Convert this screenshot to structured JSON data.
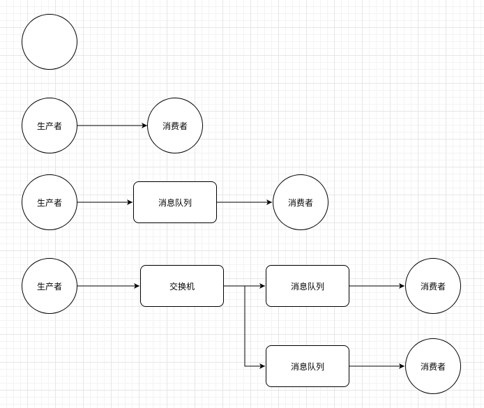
{
  "diagram": {
    "nodes": [
      {
        "id": "empty",
        "label": ""
      },
      {
        "id": "p1",
        "label": "生产者"
      },
      {
        "id": "c1",
        "label": "消费者"
      },
      {
        "id": "p2",
        "label": "生产者"
      },
      {
        "id": "q2",
        "label": "消息队列"
      },
      {
        "id": "c2",
        "label": "消费者"
      },
      {
        "id": "p3",
        "label": "生产者"
      },
      {
        "id": "ex3",
        "label": "交换机"
      },
      {
        "id": "q3a",
        "label": "消息队列"
      },
      {
        "id": "c3a",
        "label": "消费者"
      },
      {
        "id": "q3b",
        "label": "消息队列"
      },
      {
        "id": "c3b",
        "label": "消费者"
      }
    ],
    "edges": [
      {
        "from": "p1",
        "to": "c1"
      },
      {
        "from": "p2",
        "to": "q2"
      },
      {
        "from": "q2",
        "to": "c2"
      },
      {
        "from": "p3",
        "to": "ex3"
      },
      {
        "from": "ex3",
        "to": "q3a"
      },
      {
        "from": "ex3",
        "to": "q3b"
      },
      {
        "from": "q3a",
        "to": "c3a"
      },
      {
        "from": "q3b",
        "to": "c3b"
      }
    ]
  }
}
